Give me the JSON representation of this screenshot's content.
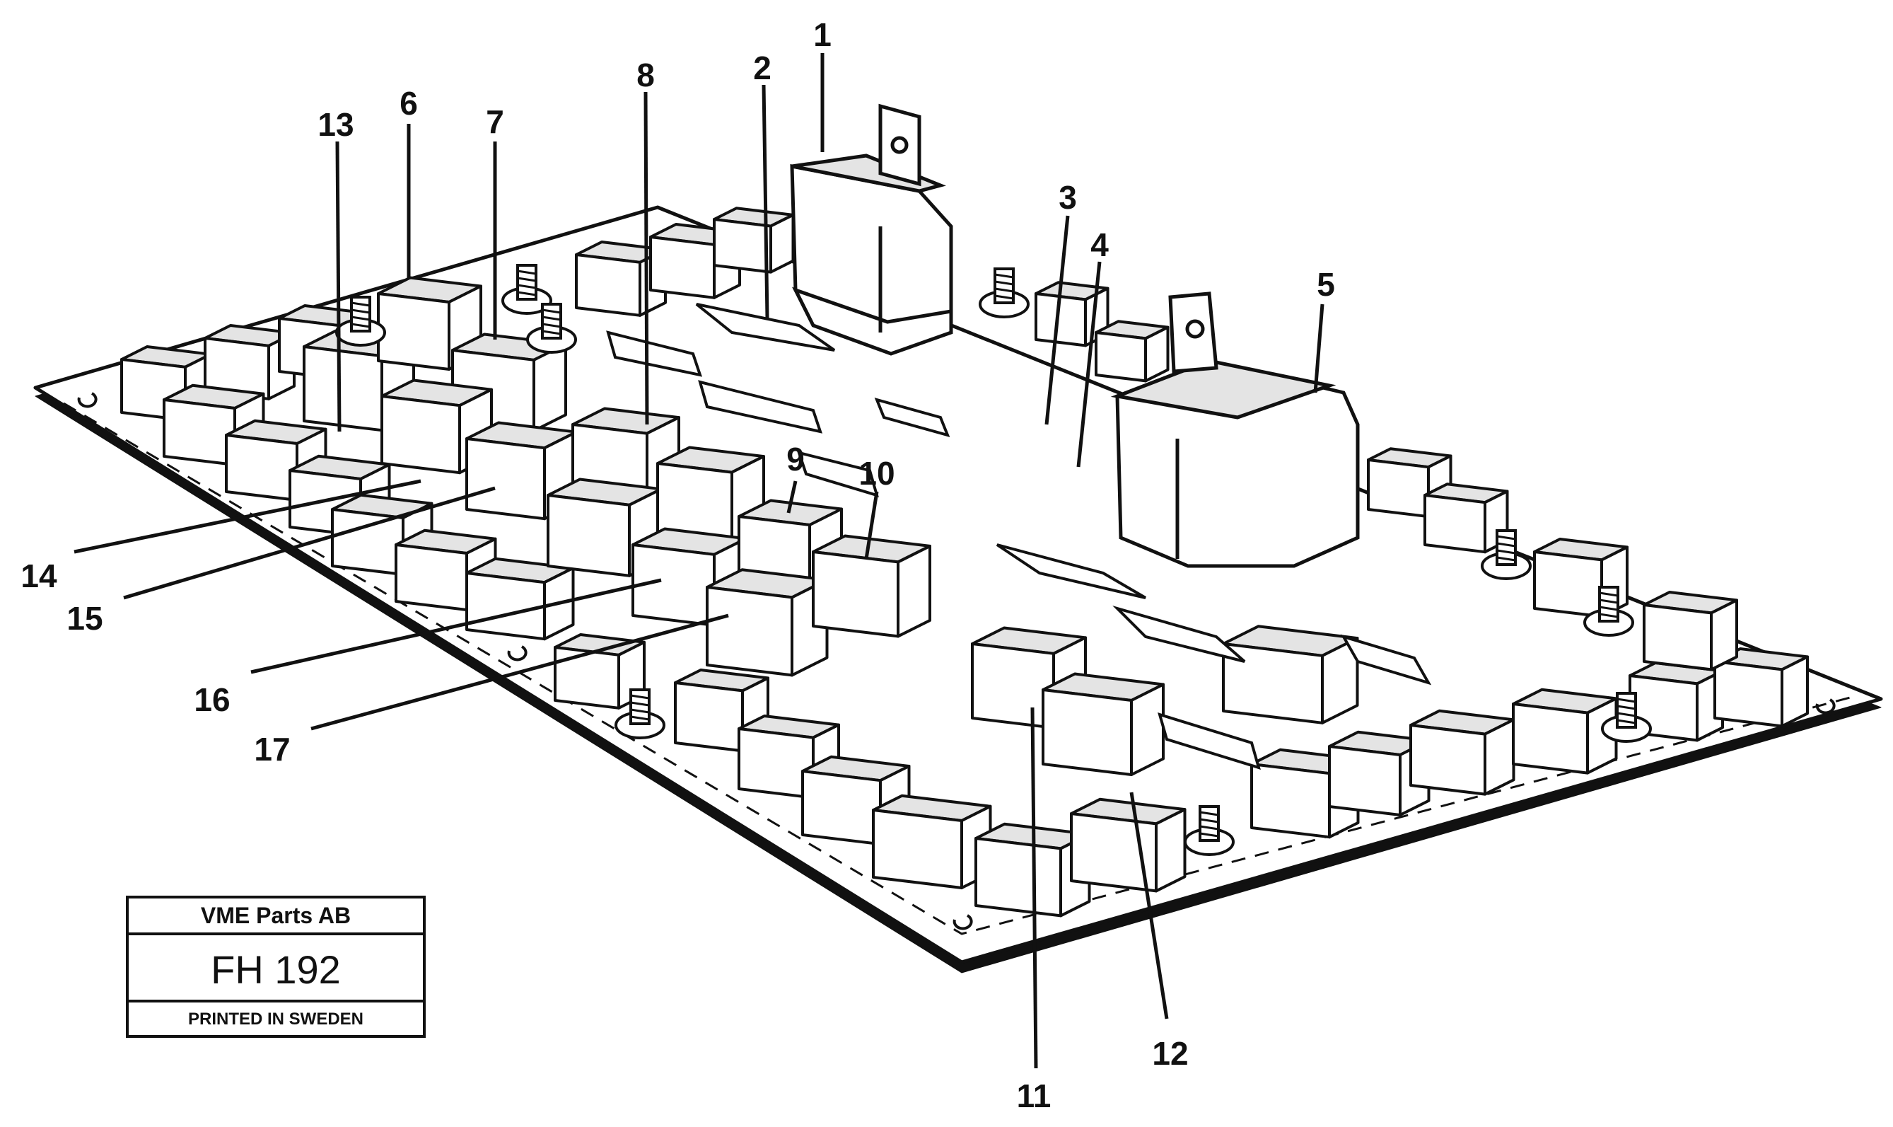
{
  "callouts": [
    {
      "id": "1",
      "label": "1"
    },
    {
      "id": "2",
      "label": "2"
    },
    {
      "id": "3",
      "label": "3"
    },
    {
      "id": "4",
      "label": "4"
    },
    {
      "id": "5",
      "label": "5"
    },
    {
      "id": "6",
      "label": "6"
    },
    {
      "id": "7",
      "label": "7"
    },
    {
      "id": "8",
      "label": "8"
    },
    {
      "id": "9",
      "label": "9"
    },
    {
      "id": "10",
      "label": "10"
    },
    {
      "id": "11",
      "label": "11"
    },
    {
      "id": "12",
      "label": "12"
    },
    {
      "id": "13",
      "label": "13"
    },
    {
      "id": "14",
      "label": "14"
    },
    {
      "id": "15",
      "label": "15"
    },
    {
      "id": "16",
      "label": "16"
    },
    {
      "id": "17",
      "label": "17"
    }
  ],
  "stamp": {
    "company": "VME Parts AB",
    "code": "FH 192",
    "printed": "PRINTED IN SWEDEN"
  },
  "colors": {
    "ink": "#111111",
    "board_face": "#ffffff",
    "component_shade": "#e4e4e4"
  }
}
